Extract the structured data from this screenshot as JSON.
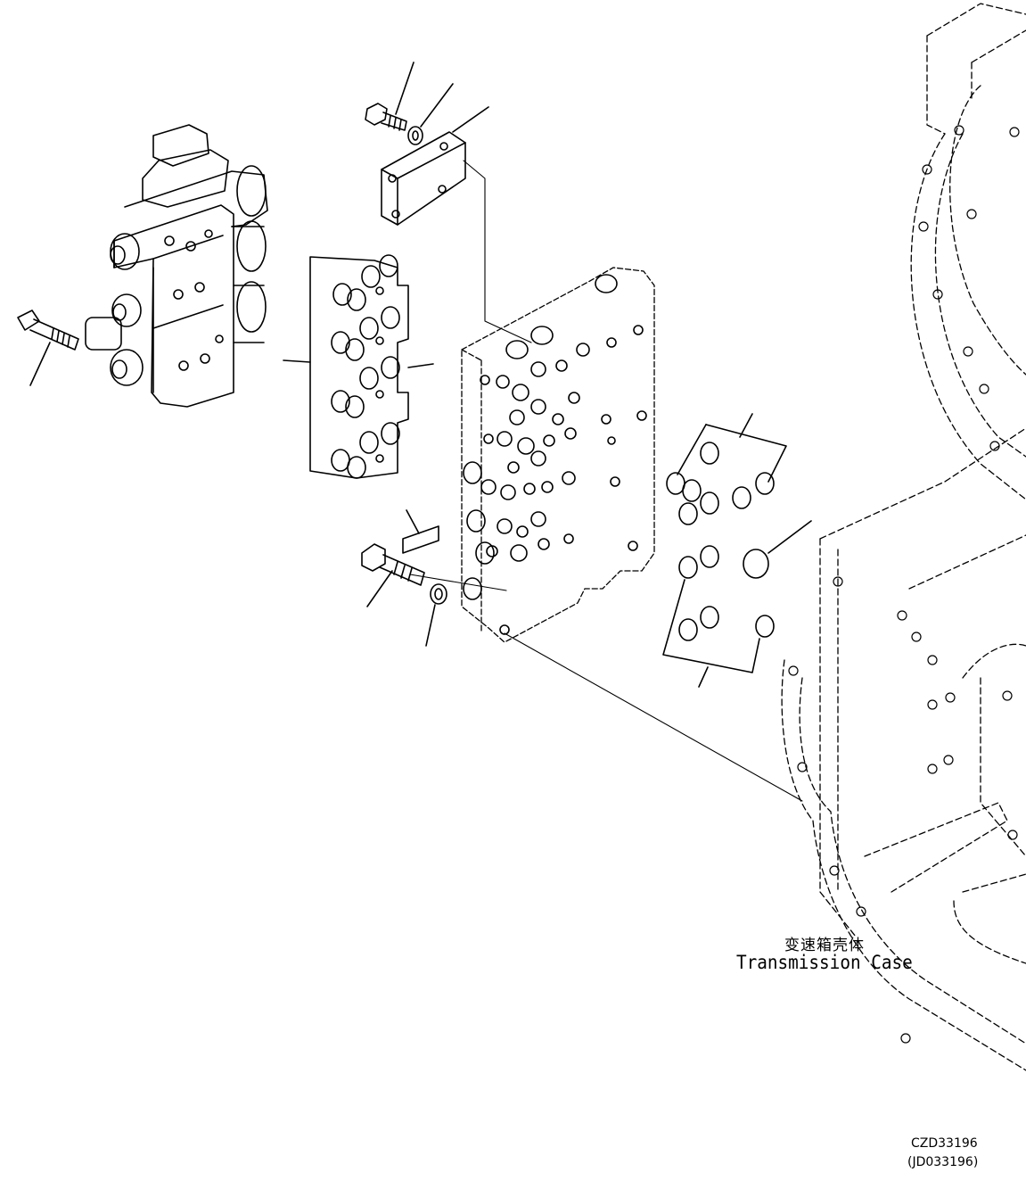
{
  "labels": {
    "case_cn": "变速箱壳体",
    "case_en": "Transmission Case",
    "drawing_code": "CZD33196",
    "drawing_code_alt": "(JD033196)"
  }
}
